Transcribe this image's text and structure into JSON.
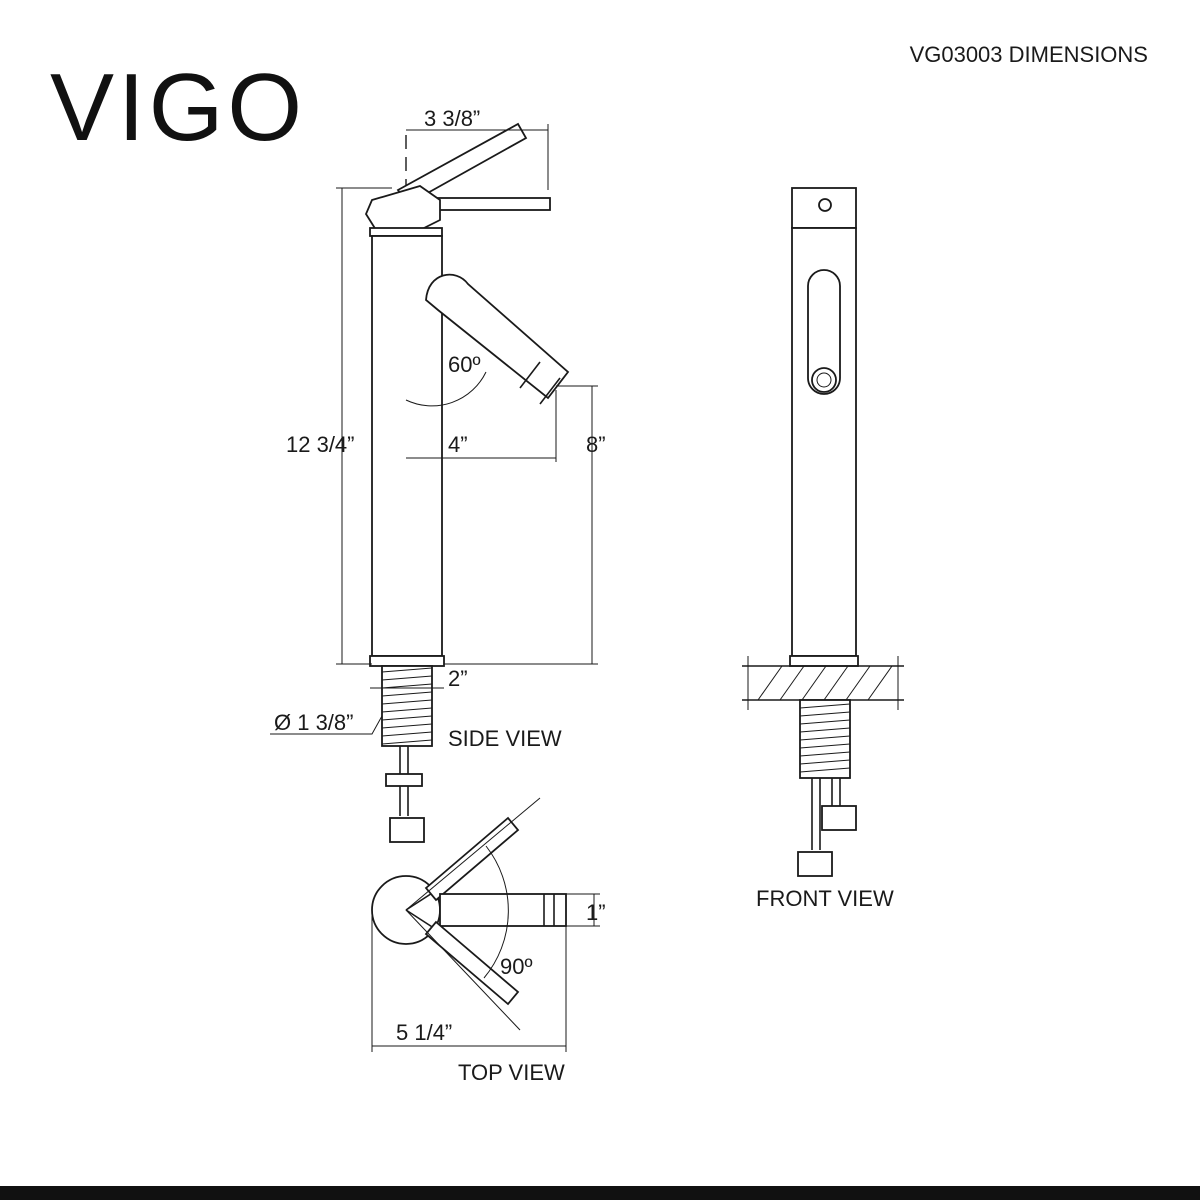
{
  "brand": {
    "logo_text": "VIGO"
  },
  "header": {
    "title": "VG03003 DIMENSIONS"
  },
  "side_view": {
    "caption": "SIDE VIEW",
    "dim_lever_reach": "3 3/8”",
    "dim_total_height": "12 3/4”",
    "dim_spout_angle": "60º",
    "dim_spout_reach": "4”",
    "dim_spout_height": "8”",
    "dim_base_width": "2”",
    "dim_shank_diameter": "Ø 1 3/8”"
  },
  "front_view": {
    "caption": "FRONT VIEW"
  },
  "top_view": {
    "caption": "TOP VIEW",
    "dim_spout_width": "1”",
    "dim_rotation_angle": "90º",
    "dim_overall_depth": "5 1/4”"
  }
}
